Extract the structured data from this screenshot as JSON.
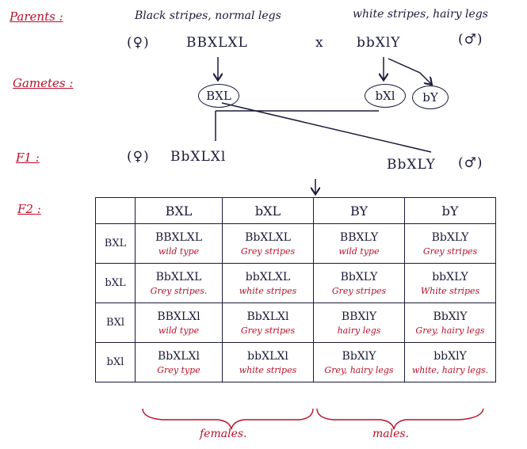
{
  "labels": {
    "parents": "Parents :",
    "gametes": "Gametes :",
    "f1": "F1 :",
    "f2": "F2 :"
  },
  "parents": {
    "female_desc": "Black stripes, normal legs",
    "female_sex": "(♀)",
    "female_genotype": "BBXLXL",
    "cross": "x",
    "male_desc": "white stripes, hairy legs",
    "male_sex": "(♂)",
    "male_genotype": "bbXlY"
  },
  "gametes": {
    "female": "BXL",
    "male_1": "bXl",
    "male_2": "bY"
  },
  "f1": {
    "female_sex": "(♀)",
    "female_genotype": "BbXLXl",
    "male_genotype": "BbXLY",
    "male_sex": "(♂)"
  },
  "punnett": {
    "columns": [
      "BXL",
      "bXL",
      "BY",
      "bY"
    ],
    "rows": [
      {
        "header": "BXL",
        "cells": [
          {
            "g": "BBXLXL",
            "p": "wild type"
          },
          {
            "g": "BbXLXL",
            "p": "Grey stripes"
          },
          {
            "g": "BBXLY",
            "p": "wild type"
          },
          {
            "g": "BbXLY",
            "p": "Grey stripes"
          }
        ]
      },
      {
        "header": "bXL",
        "cells": [
          {
            "g": "BbXLXL",
            "p": "Grey stripes."
          },
          {
            "g": "bbXLXL",
            "p": "white stripes"
          },
          {
            "g": "BbXLY",
            "p": "Grey stripes"
          },
          {
            "g": "bbXLY",
            "p": "White stripes"
          }
        ]
      },
      {
        "header": "BXl",
        "cells": [
          {
            "g": "BBXLXl",
            "p": "wild type"
          },
          {
            "g": "BbXLXl",
            "p": "Grey stripes"
          },
          {
            "g": "BBXlY",
            "p": "hairy legs"
          },
          {
            "g": "BbXlY",
            "p": "Grey, hairy legs"
          }
        ]
      },
      {
        "header": "bXl",
        "cells": [
          {
            "g": "BbXLXl",
            "p": "Grey type"
          },
          {
            "g": "bbXLXl",
            "p": "white stripes"
          },
          {
            "g": "BbXlY",
            "p": "Grey, hairy legs"
          },
          {
            "g": "bbXlY",
            "p": "white, hairy legs."
          }
        ]
      }
    ]
  },
  "groups": {
    "females": "females.",
    "males": "males."
  },
  "colors": {
    "ink": "#1a1a3a",
    "red": "#b8102a"
  }
}
